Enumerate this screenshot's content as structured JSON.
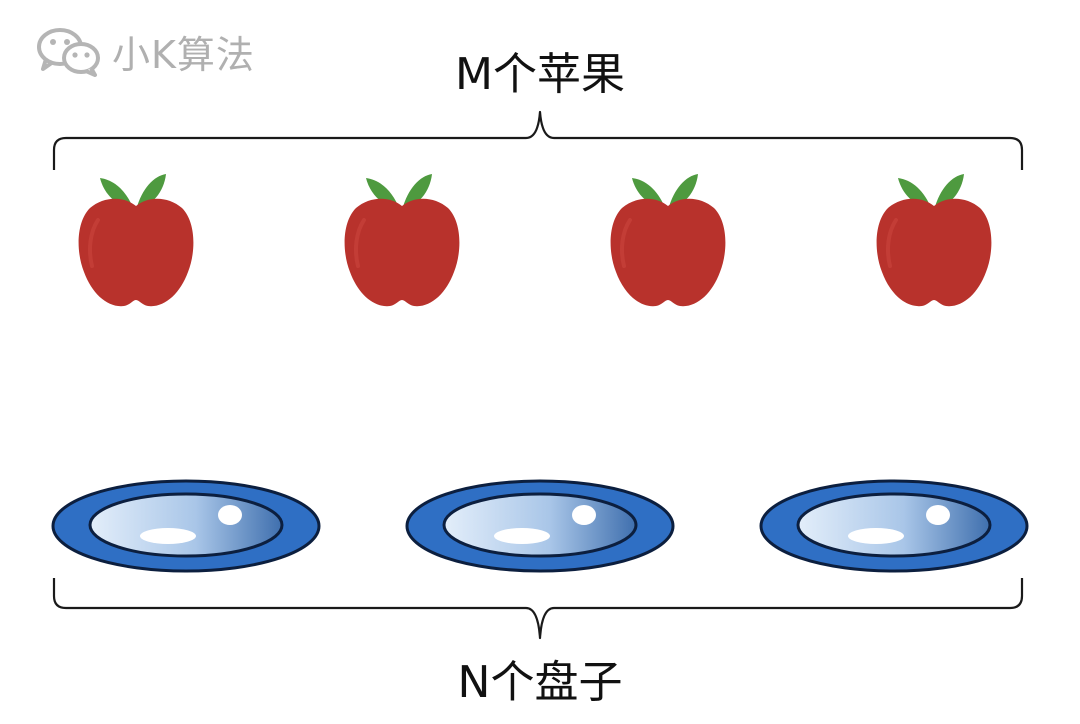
{
  "watermark": {
    "text": "小K算法",
    "icon": "wechat-icon"
  },
  "top_label": "M个苹果",
  "bottom_label": "N个盘子",
  "apples": [
    {
      "kind": "apple"
    },
    {
      "kind": "apple"
    },
    {
      "kind": "apple"
    },
    {
      "kind": "apple"
    }
  ],
  "plates": [
    {
      "kind": "plate"
    },
    {
      "kind": "plate"
    },
    {
      "kind": "plate"
    }
  ],
  "colors": {
    "apple_red": "#b8322c",
    "leaf_green": "#4e9a3f",
    "plate_rim": "#2f6fc4",
    "plate_outline": "#0c1f3f",
    "watermark_gray": "#b0b0b0"
  }
}
